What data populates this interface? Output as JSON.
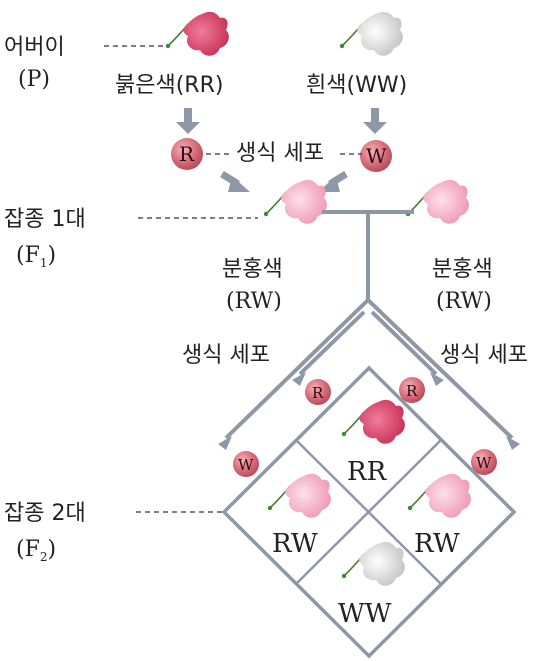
{
  "generations": {
    "p_label": "어버이",
    "p_code": "(P)",
    "f1_label": "잡종 1대",
    "f1_code_open": "(F",
    "f1_sub": "1",
    "f1_code_close": ")",
    "f2_label": "잡종 2대",
    "f2_code_open": "(F",
    "f2_sub": "2",
    "f2_code_close": ")"
  },
  "parents": {
    "red": "붉은색(RR)",
    "white": "흰색(WW)"
  },
  "gamete_label": "생식 세포",
  "alleles": {
    "r": "R",
    "w": "W"
  },
  "f1": {
    "left_color": "분홍색",
    "left_genotype": "(RW)",
    "right_color": "분홍색",
    "right_genotype": "(RW)"
  },
  "f2_gamete_left": "생식 세포",
  "f2_gamete_right": "생식 세포",
  "punnett": {
    "top": "RR",
    "left": "RW",
    "right": "RW",
    "bottom": "WW"
  },
  "colors": {
    "red_flower": "#d9456e",
    "pink_flower": "#f4a3bf",
    "white_flower": "#d9d9d9",
    "allele_ball": "#d9707c",
    "line": "#8e97a6"
  }
}
